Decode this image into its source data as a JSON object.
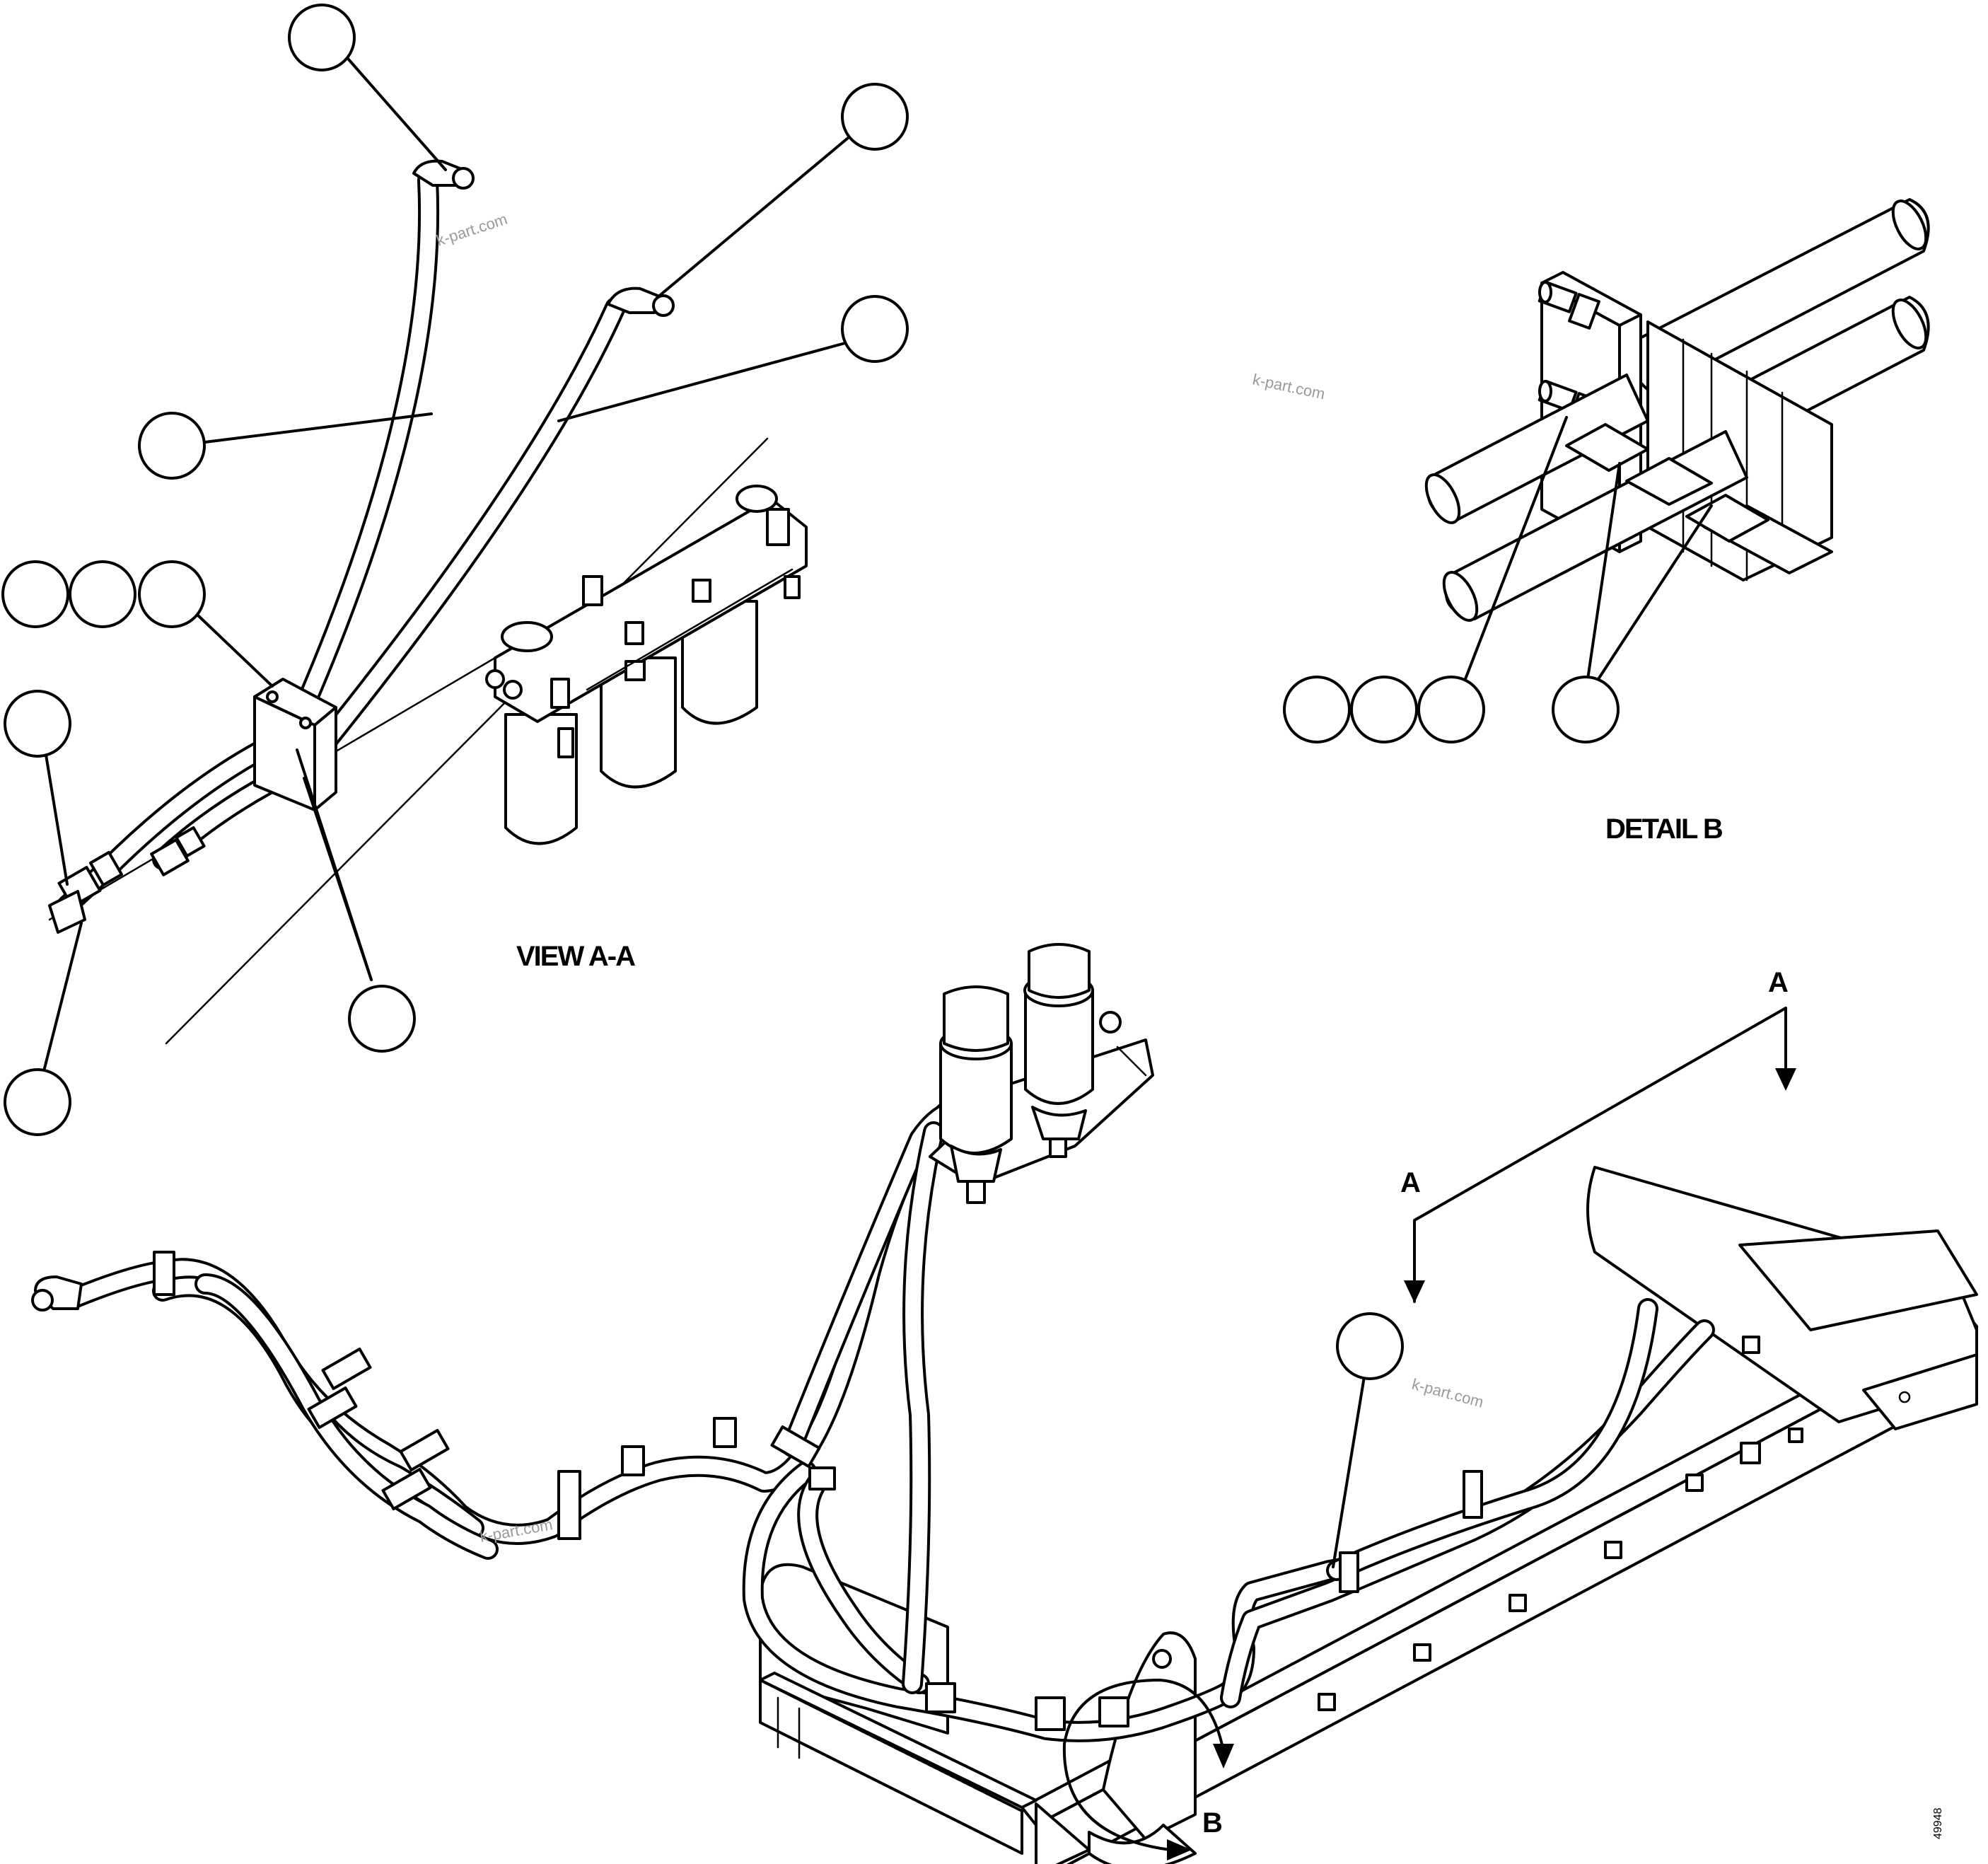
{
  "labels": {
    "view_aa": "VIEW A-A",
    "detail_b": "DETAIL B",
    "section_a_top": "A",
    "section_a_left": "A",
    "detail_b_marker": "B",
    "drawing_code": "49948"
  },
  "watermarks": [
    "k-part.com",
    "k-part.com",
    "k-part.com",
    "k-part.com"
  ],
  "colors": {
    "line": "#000000",
    "background": "#ffffff",
    "watermark": "#9a9a9a"
  }
}
